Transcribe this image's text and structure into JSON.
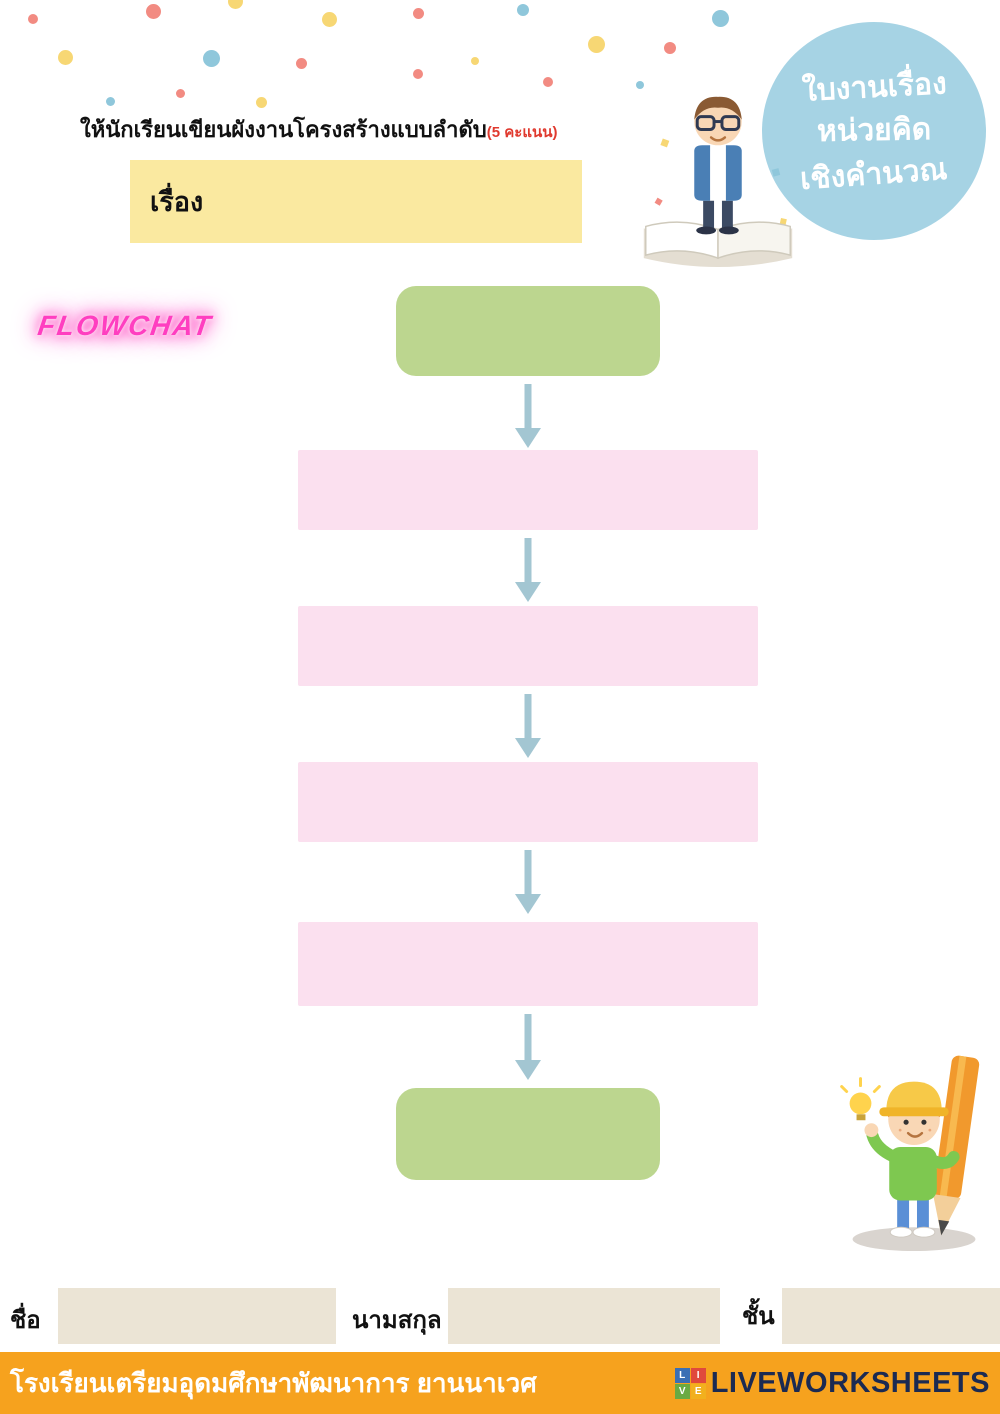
{
  "header": {
    "instruction": "ให้นักเรียนเขียนผังงานโครงสร้างแบบลำดับ",
    "score": "(5 คะแนน)",
    "topic_label": "เรื่อง",
    "topic_value": ""
  },
  "badge": {
    "line1": "ใบงานเรื่อง",
    "line2": "หน่วยคิด",
    "line3": "เชิงคำนวณ"
  },
  "flowchart": {
    "label": "FLOWCHAT",
    "start": "",
    "steps": [
      "",
      "",
      "",
      ""
    ],
    "end": ""
  },
  "form": {
    "name": {
      "label": "ชื่อ",
      "value": ""
    },
    "surname": {
      "label": "นามสกุล",
      "value": ""
    },
    "class": {
      "label": "ชั้น",
      "value": ""
    }
  },
  "footer": {
    "school": "โรงเรียนเตรียมอุดมศึกษาพัฒนาการ ยานนาเวศ",
    "brand": "LIVEWORKSHEETS",
    "logo": {
      "tl": "L",
      "tr": "I",
      "bl": "V",
      "br": "E"
    }
  },
  "colors": {
    "accent_orange": "#F6A21E",
    "box_yellow": "#FAE9A0",
    "box_green": "#BCD68F",
    "box_pink": "#FBE0EF",
    "arrow_blue": "#A3C6D2",
    "badge_blue": "#A6D3E4",
    "neon_pink": "#FF2EB9",
    "input_beige": "#EBE4D5",
    "brand_navy": "#1B2A52",
    "confetti": [
      "#F28B82",
      "#F7D774",
      "#8FC7DB"
    ]
  }
}
